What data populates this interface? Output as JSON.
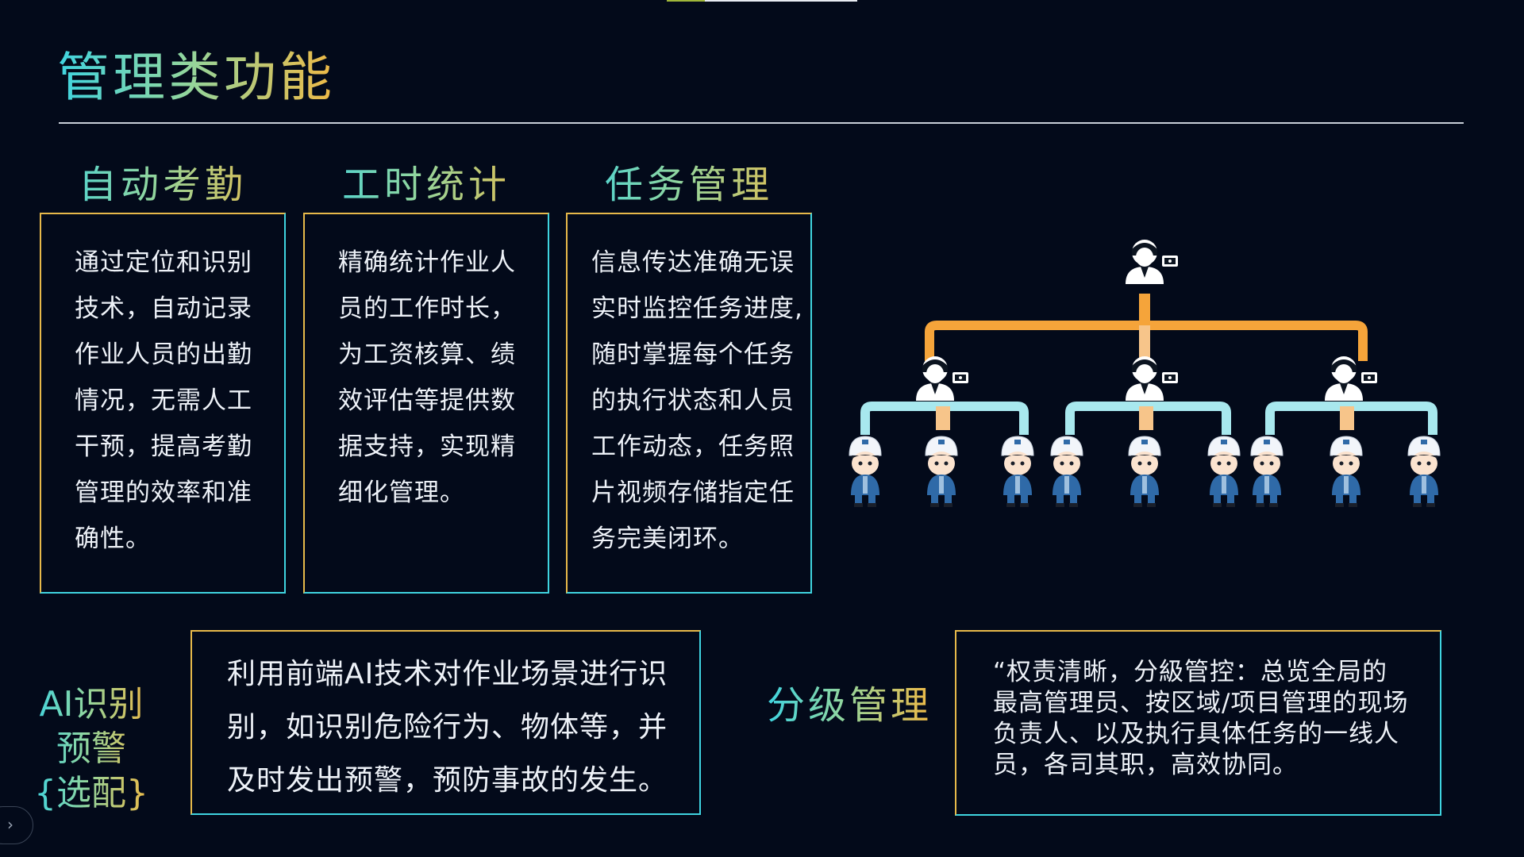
{
  "page": {
    "title": "管理类功能"
  },
  "cards": [
    {
      "title": "自动考勤",
      "lines": [
        "通过定位和识别",
        "技术，自动记录",
        "作业人员的出勤",
        "情况，无需人工",
        "干预，提高考勤",
        "管理的效率和准",
        "确性。"
      ]
    },
    {
      "title": "工时统计",
      "lines": [
        "精确统计作业人",
        "员的工作时长，",
        "为工资核算、绩",
        "效评估等提供数",
        "据支持，实现精",
        "细化管理。"
      ]
    },
    {
      "title": "任务管理",
      "lines": [
        "信息传达准确无误",
        "实时监控任务进度,",
        "随时掌握每个任务",
        "的执行状态和人员",
        "工作动态，任务照",
        "片视频存储指定任",
        "务完美闭环。"
      ]
    }
  ],
  "ai_section": {
    "label_lines": [
      "AI识别",
      "预警",
      "{选配}"
    ],
    "lines": [
      "利用前端AI技术对作业场景进行识",
      "别，如识别危险行为、物体等，并",
      "及时发出预警，预防事故的发生。"
    ]
  },
  "hierarchy_section": {
    "label": "分级管理",
    "lines": [
      "“权责清晰，分級管控：总览全局的",
      "最高管理员、按区域/项目管理的现场",
      "负责人、以及执行具体任务的一线人",
      "员，各司其职，高效协同。"
    ]
  },
  "colors": {
    "background": "#030a1a",
    "gradient_start": "#3fd4e0",
    "gradient_end": "#f0b945",
    "orange_line": "#f5a43a",
    "cyan_line": "#a8e8ee",
    "worker_uniform": "#2f6aa8"
  },
  "org_chart": {
    "top_manager_icon": "manager-with-monitor-icon",
    "mid_managers": 3,
    "workers_per_manager": 3,
    "worker_icon": "worker-helmet-icon"
  }
}
